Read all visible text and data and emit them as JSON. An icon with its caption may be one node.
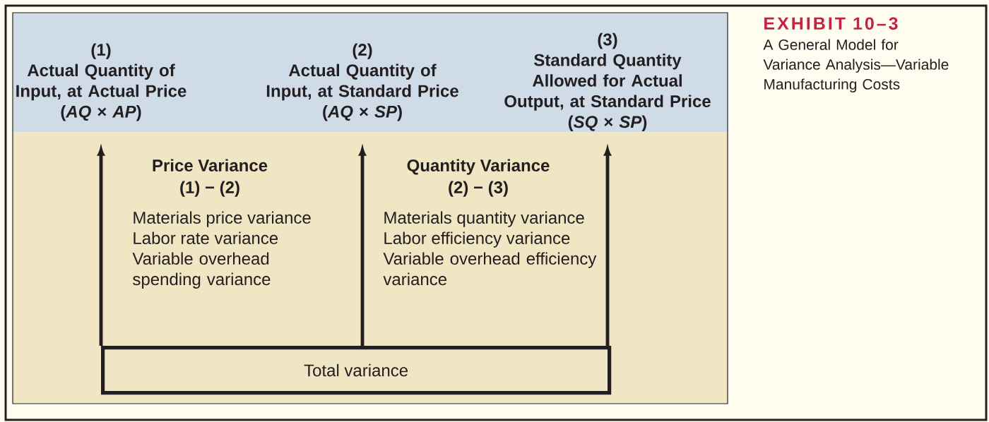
{
  "diagram": {
    "title": "EXHIBIT 10–3",
    "caption": "A General Model for Variance Analysis—Variable Manufacturing Costs",
    "nodes": [
      {
        "text": [
          "(1)",
          "Actual Quantity of Input, at Actual Price",
          "(*AQ* × *AP*)"
        ]
      },
      {
        "text": [
          "(2)",
          "Actual Quantity of Input, at Standard Price",
          "(*AQ* × *SP*)"
        ]
      },
      {
        "text": [
          "(3)",
          "Standard Quantity Allowed for Actual Output, at Standard Price",
          "(*SQ* × *SP*)"
        ]
      },
      {
        "text": [
          "Total variance"
        ]
      }
    ],
    "edges": [
      {
        "from": 3,
        "to": 0,
        "arrow": "to"
      },
      {
        "from": 3,
        "to": 1,
        "arrow": "to"
      },
      {
        "from": 3,
        "to": 2,
        "arrow": "to"
      }
    ],
    "labels": [
      "Price Variance",
      "(1) − (2)",
      "Materials price variance",
      "Labor rate variance",
      "Variable overhead spending variance",
      "Quantity Variance",
      "(2) − (3)",
      "Materials quantity variance",
      "Labor efficiency variance",
      "Variable overhead efficiency variance"
    ]
  }
}
